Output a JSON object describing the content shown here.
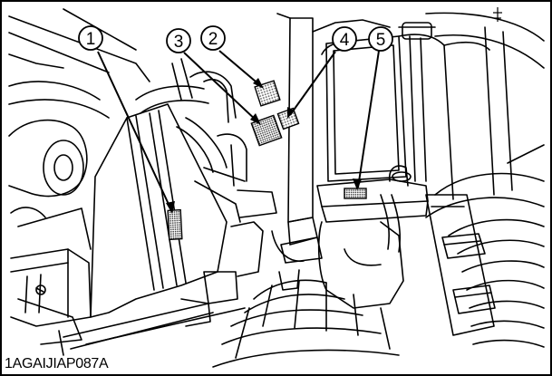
{
  "figure": {
    "code": "1AGAIJIAP087A",
    "callouts": [
      {
        "number": "1",
        "label_shape": "decal-tall"
      },
      {
        "number": "2",
        "label_shape": "decal-small"
      },
      {
        "number": "3",
        "label_shape": "decal-large"
      },
      {
        "number": "4",
        "label_shape": "decal-small"
      },
      {
        "number": "5",
        "label_shape": "decal-wide"
      }
    ]
  },
  "colors": {
    "line": "#000000",
    "background": "#ffffff",
    "decal_fill": "#bdbdbd"
  }
}
